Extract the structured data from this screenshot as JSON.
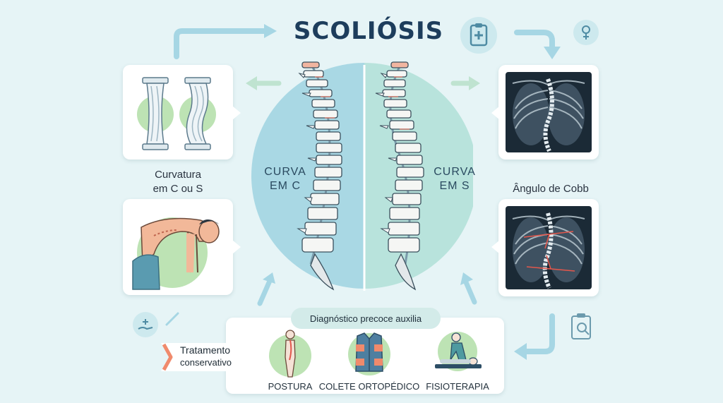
{
  "title": "SCOLIÓSIS",
  "left_panel": {
    "curvature_label_line1": "Curvatura",
    "curvature_label_line2": "em C ou S"
  },
  "center": {
    "curve_c_line1": "CURVA",
    "curve_c_line2": "EM C",
    "curve_s_line1": "CURVA",
    "curve_s_line2": "EM S"
  },
  "right_panel": {
    "cobb_label": "Ângulo de Cobb"
  },
  "bottom": {
    "pill_text": "Diagnóstico precoce auxilia",
    "treatment_line1": "Tratamento",
    "treatment_line2": "conservativo",
    "items": [
      {
        "label": "POSTURA",
        "icon": "posture-icon"
      },
      {
        "label": "COLETE ORTOPÉDICO",
        "icon": "brace-icon"
      },
      {
        "label": "FISIOTERAPIA",
        "icon": "physiotherapy-icon"
      }
    ]
  },
  "colors": {
    "background": "#e6f4f6",
    "circle_left": "#a9d8e4",
    "circle_right": "#b8e3dc",
    "accent_green": "#bde3b4",
    "arrow": "#a6d6e4",
    "treatment_arrow": "#f08a6c"
  }
}
